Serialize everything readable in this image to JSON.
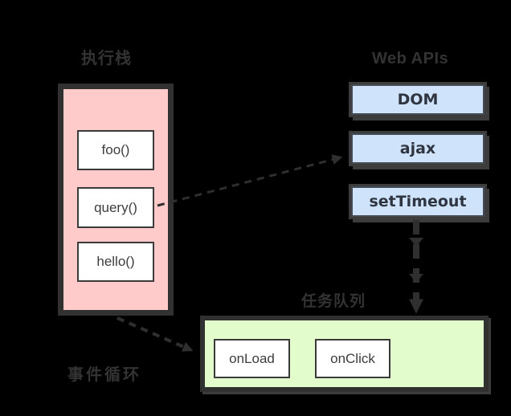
{
  "diagram": {
    "titles": {
      "execution_stack": "执行栈",
      "web_apis": "Web APIs",
      "task_queue": "任务队列",
      "event_loop": "事件循环"
    },
    "execution_stack": {
      "items": [
        "foo()",
        "query()",
        "hello()"
      ]
    },
    "web_apis": {
      "items": [
        "DOM",
        "ajax",
        "setTimeout"
      ]
    },
    "task_queue": {
      "items": [
        "onLoad",
        "onClick"
      ]
    },
    "connectors": [
      {
        "from": "query()",
        "to": "ajax",
        "style": "dashed-arrow"
      },
      {
        "from": "setTimeout",
        "to": "task_queue",
        "style": "thick-dashed-arrow"
      },
      {
        "from": "execution_stack",
        "to": "task_queue",
        "style": "dashed-arrow"
      }
    ],
    "colors": {
      "background": "#000000",
      "stack_fill": "#ffcaca",
      "api_fill": "#cfe3fb",
      "queue_fill": "#e3fccb",
      "frame_fill": "#ffffff",
      "border_dark": "#313131",
      "shadow_gray": "#3c3c3c",
      "label_text": "#333333",
      "api_text": "#2e3540",
      "frame_text": "#3d3d3d",
      "connector": "#2f2f2f"
    }
  }
}
